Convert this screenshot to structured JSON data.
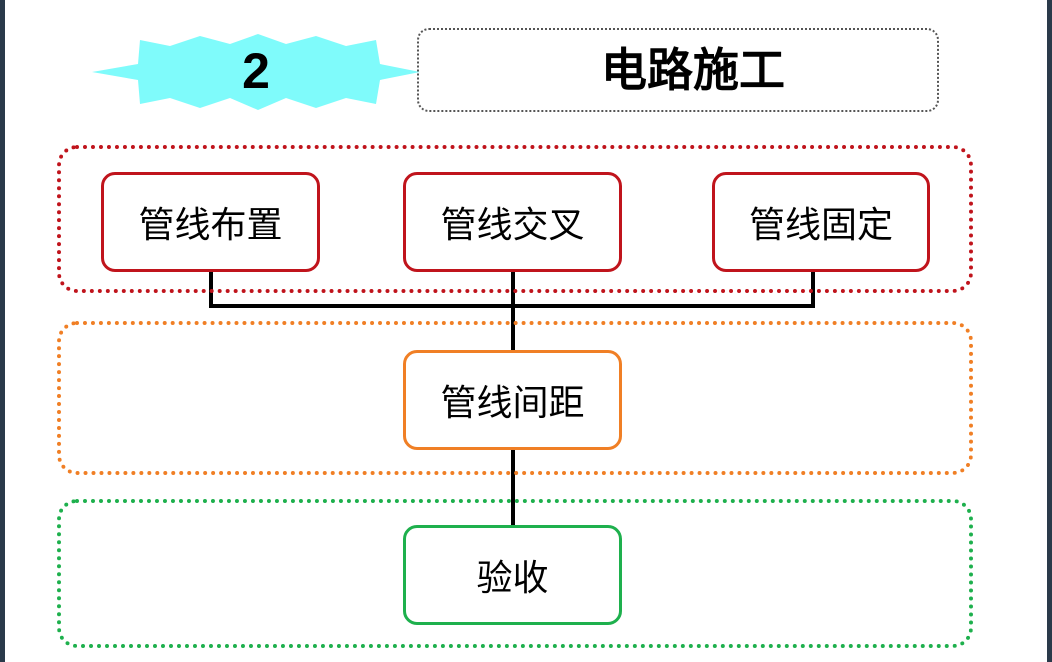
{
  "badge": {
    "number": "2",
    "color": "#7ffbfb"
  },
  "title": "电路施工",
  "groups": [
    {
      "name": "top",
      "color": "#c0141c"
    },
    {
      "name": "middle",
      "color": "#f07f25"
    },
    {
      "name": "bottom",
      "color": "#1eb04d"
    }
  ],
  "nodes": {
    "layout": "管线布置",
    "crossing": "管线交叉",
    "fixing": "管线固定",
    "spacing": "管线间距",
    "acceptance": "验收"
  },
  "connector_color": "#000000"
}
